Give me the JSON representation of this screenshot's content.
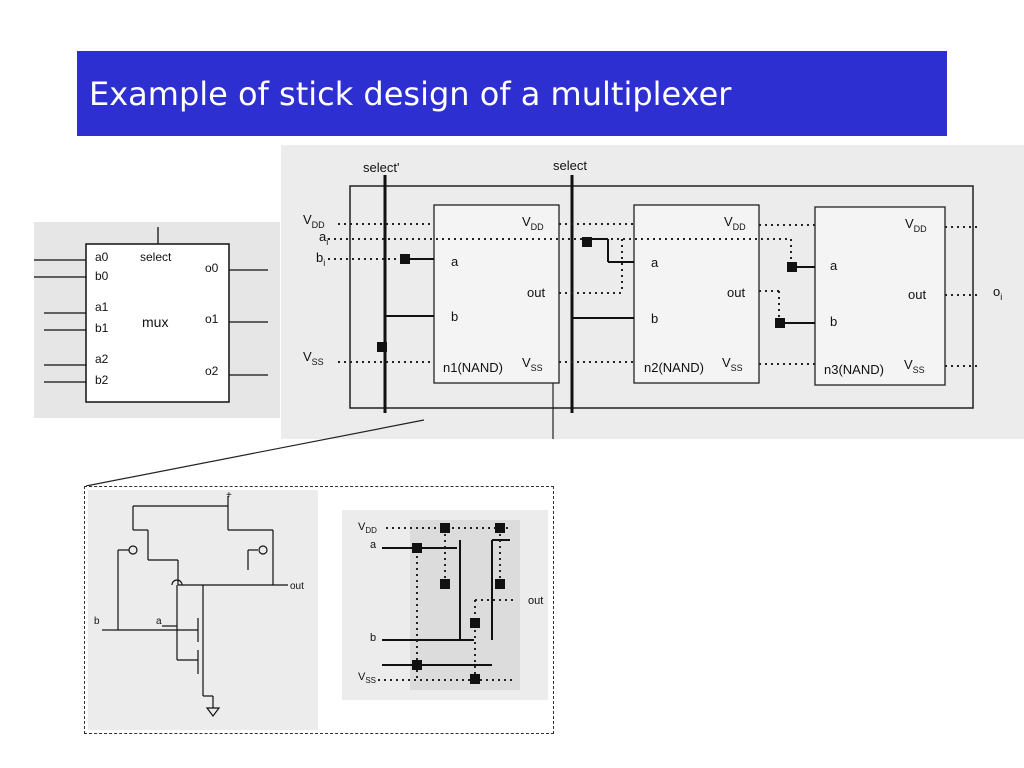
{
  "title": "Example of stick design of a multiplexer",
  "mux": {
    "block_label": "mux",
    "select_label": "select",
    "inputs": [
      "a0",
      "b0",
      "a1",
      "b1",
      "a2",
      "b2"
    ],
    "outputs": [
      "o0",
      "o1",
      "o2"
    ]
  },
  "stick": {
    "select_bar_label": "select'",
    "select_label": "select",
    "vdd": "V",
    "vdd_sub": "DD",
    "vss": "V",
    "vss_sub": "SS",
    "in_a": "a",
    "in_a_sub": "i",
    "in_b": "b",
    "in_b_sub": "i",
    "out_o": "o",
    "out_o_sub": "i",
    "port_a": "a",
    "port_b": "b",
    "port_out": "out",
    "gates": [
      "n1(NAND)",
      "n2(NAND)",
      "n3(NAND)"
    ]
  },
  "transistor": {
    "plus": "+",
    "a": "a",
    "b": "b",
    "out": "out"
  },
  "nand_stick": {
    "vdd": "V",
    "vdd_sub": "DD",
    "vss": "V",
    "vss_sub": "SS",
    "a": "a",
    "b": "b",
    "out": "out"
  }
}
